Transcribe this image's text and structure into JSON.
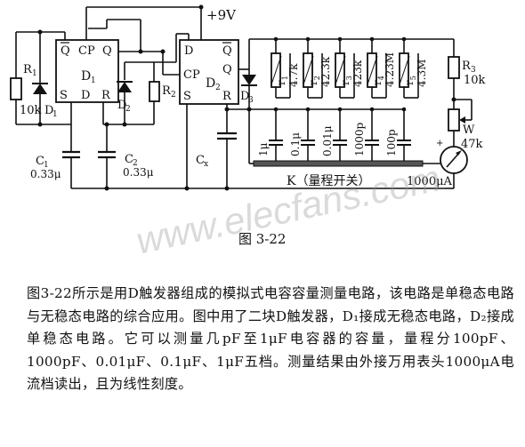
{
  "circuit": {
    "supply": "+9V",
    "d1": {
      "name": "D",
      "sub": "1",
      "pins": {
        "qbar": "Q",
        "cp": "CP",
        "q": "Q",
        "s": "S",
        "d": "D",
        "r": "R"
      }
    },
    "d2": {
      "name": "D",
      "sub": "2",
      "pins": {
        "d": "D",
        "qbar": "Q",
        "q": "Q",
        "cp": "CP",
        "s": "S",
        "r": "R"
      }
    },
    "r1": {
      "name": "R",
      "sub": "1",
      "value": "10k"
    },
    "r2": {
      "name": "R",
      "sub": "2"
    },
    "r3": {
      "name": "R",
      "sub": "3",
      "value": "10k"
    },
    "di1": {
      "name": "D",
      "sub": "1"
    },
    "di2": {
      "name": "D",
      "sub": "2"
    },
    "di3": {
      "name": "D",
      "sub": "3"
    },
    "c1": {
      "name": "C",
      "sub": "1",
      "value": "0.33μ"
    },
    "c2": {
      "name": "C",
      "sub": "2",
      "value": "0.33μ"
    },
    "cx": {
      "name": "C",
      "sub": "x"
    },
    "ranges": [
      {
        "r": "r",
        "rsub": "1",
        "rval": "4.7k",
        "cap": "1μ"
      },
      {
        "r": "r",
        "rsub": "2",
        "rval": "42.3k",
        "cap": "0.1μ"
      },
      {
        "r": "r",
        "rsub": "3",
        "rval": "423k",
        "cap": "0.01μ"
      },
      {
        "r": "r",
        "rsub": "4",
        "rval": "4.23M",
        "cap": "1000p"
      },
      {
        "r": "r",
        "rsub": "5",
        "rval": "4.3M",
        "cap": "100p"
      }
    ],
    "pot": {
      "name": "W",
      "value": "47k"
    },
    "meter": "1000μA",
    "switch": "K（量程开关）",
    "figure_label": "图 3-22"
  },
  "watermark": "www.elecfans.com",
  "caption": "图3-22所示是用D触发器组成的模拟式电容容量测量电路，该电路是单稳态电路与无稳态电路的综合应用。图中用了二块D触发器，D₁接成无稳态电路，D₂接成单稳态电路。它可以测量几pF至1μF电容器的容量，量程分100pF、1000pF、0.01μF、0.1μF、1μF五档。测量结果由外接万用表头1000μA电流档读出，且为线性刻度。"
}
